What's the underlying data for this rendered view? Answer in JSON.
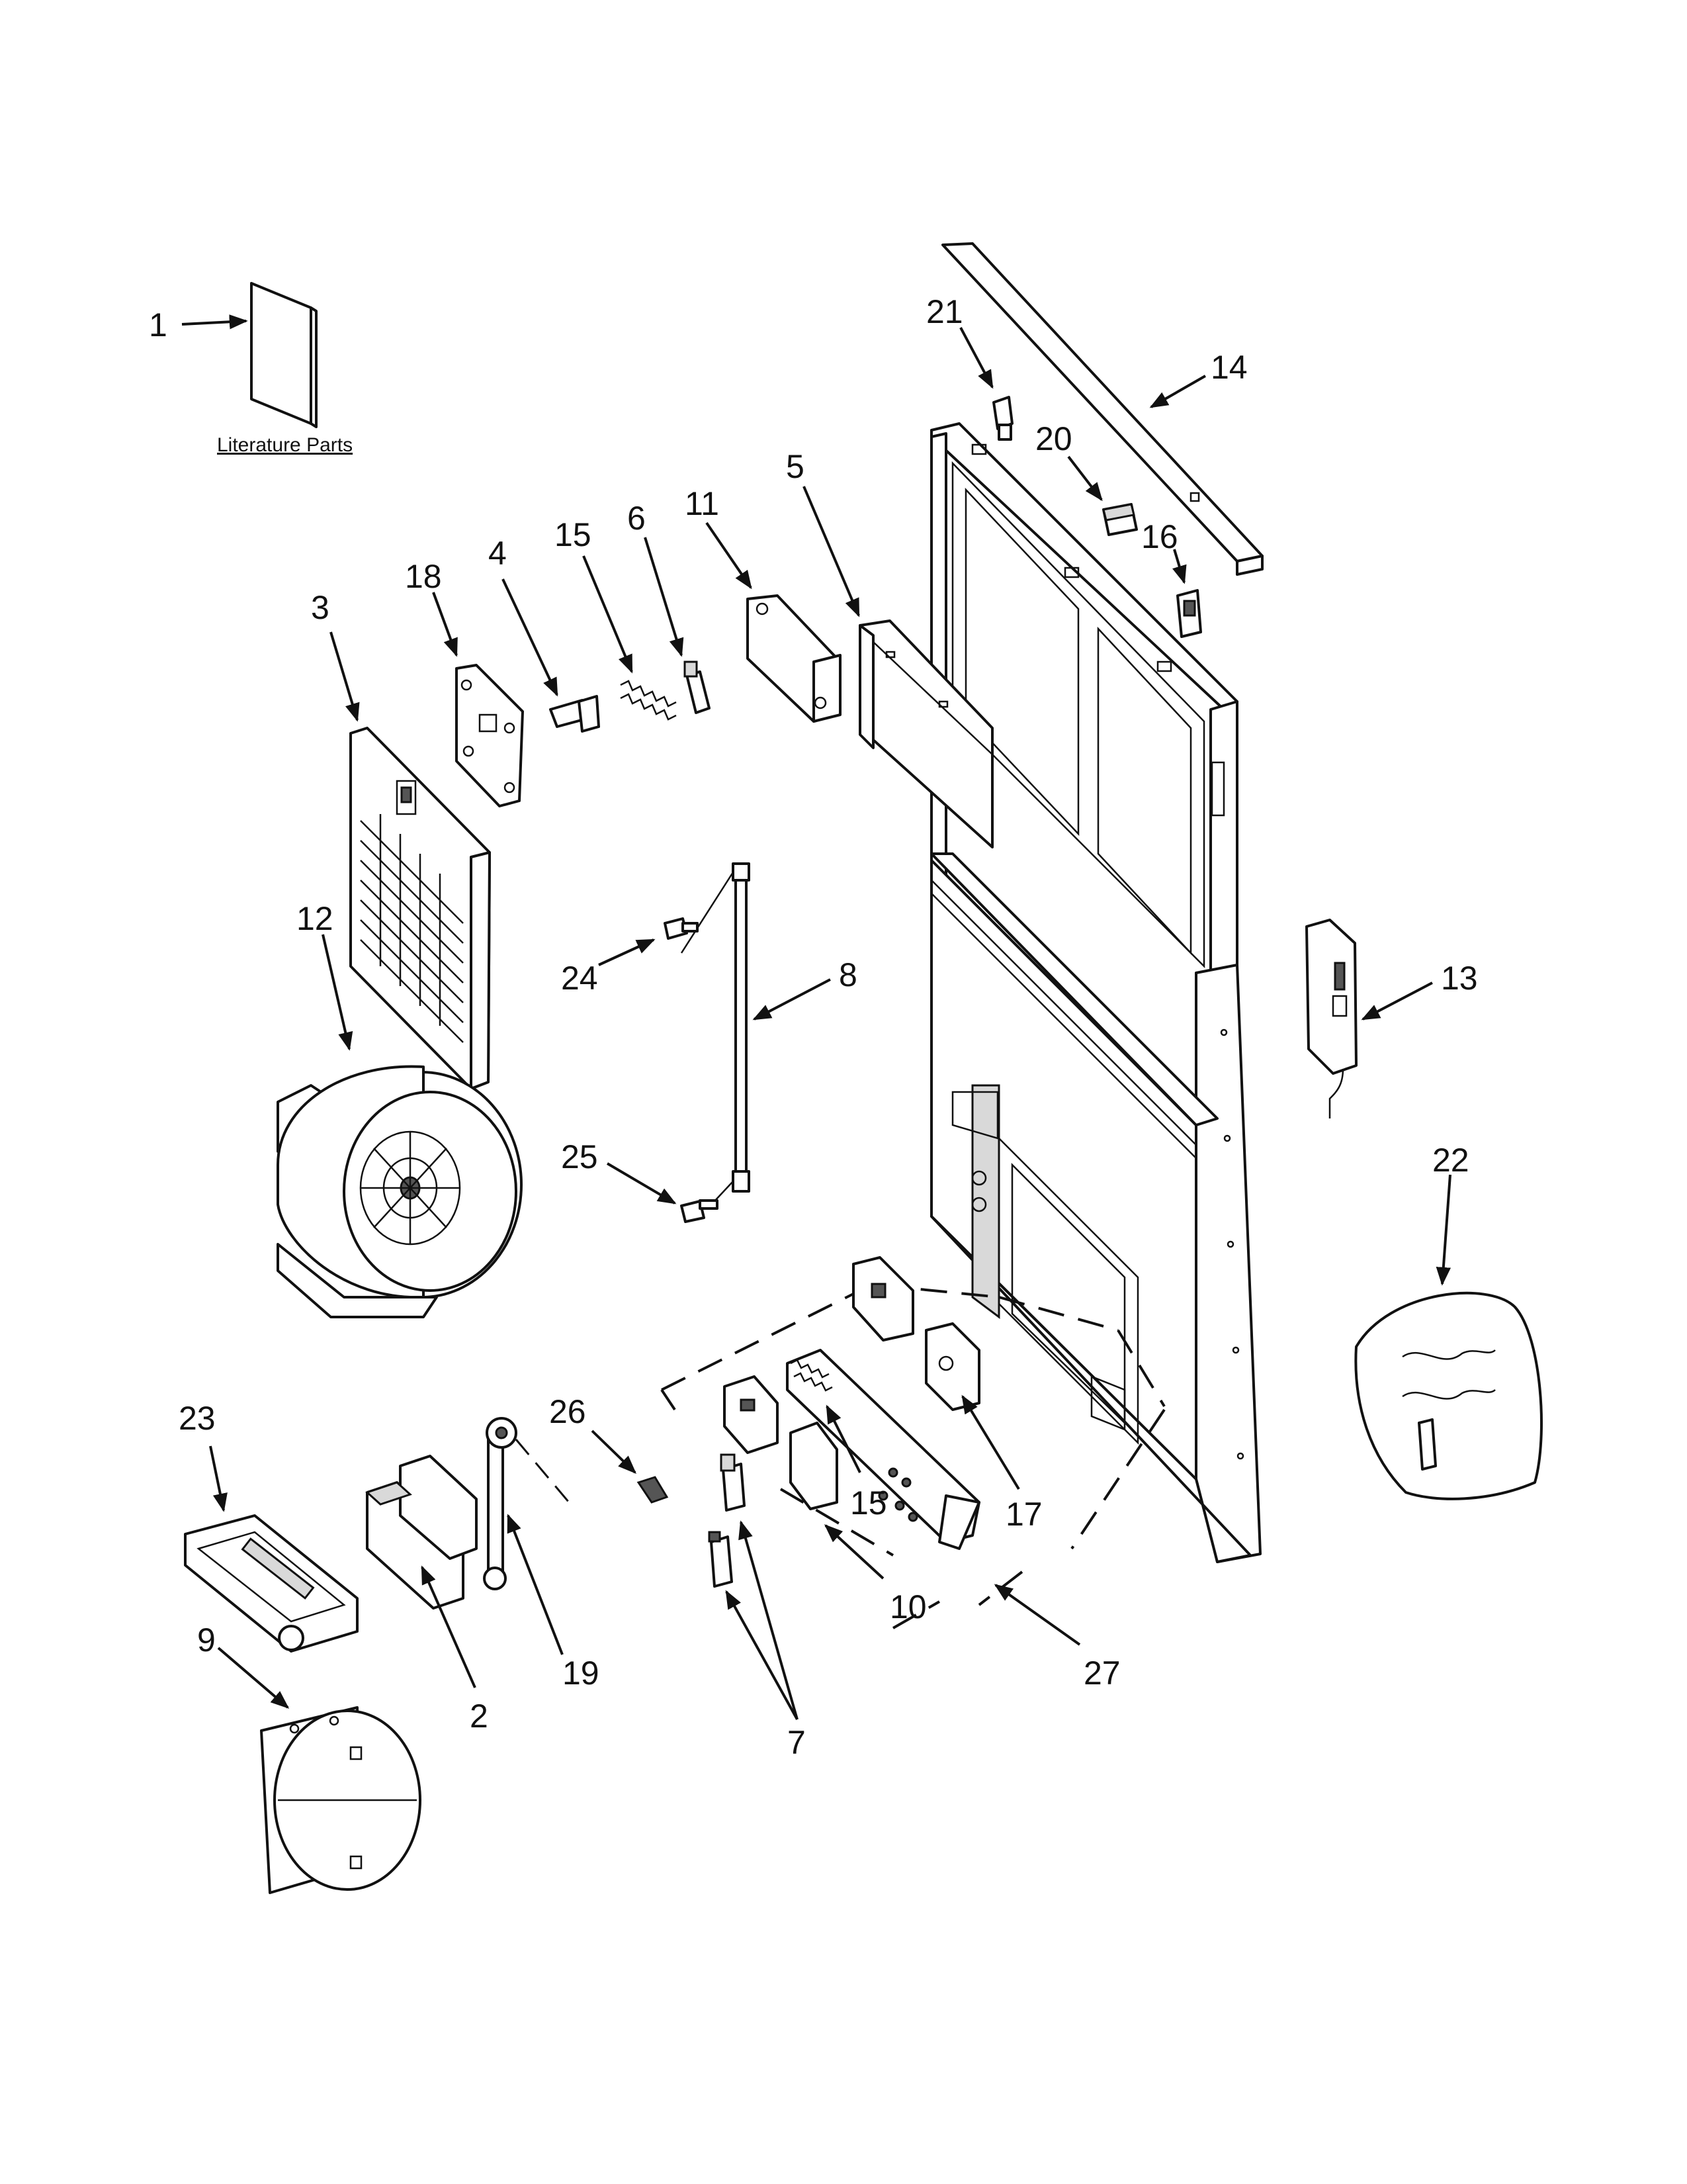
{
  "literature_caption": "Literature Parts",
  "callouts": {
    "c1": "1",
    "c2": "2",
    "c3": "3",
    "c4": "4",
    "c5": "5",
    "c6": "6",
    "c7": "7",
    "c8": "8",
    "c9": "9",
    "c10": "10",
    "c11": "11",
    "c12": "12",
    "c13": "13",
    "c14": "14",
    "c15a": "15",
    "c15b": "15",
    "c16": "16",
    "c17": "17",
    "c18": "18",
    "c19": "19",
    "c20": "20",
    "c21": "21",
    "c22": "22",
    "c23": "23",
    "c24": "24",
    "c25": "25",
    "c26": "26",
    "c27": "27"
  }
}
